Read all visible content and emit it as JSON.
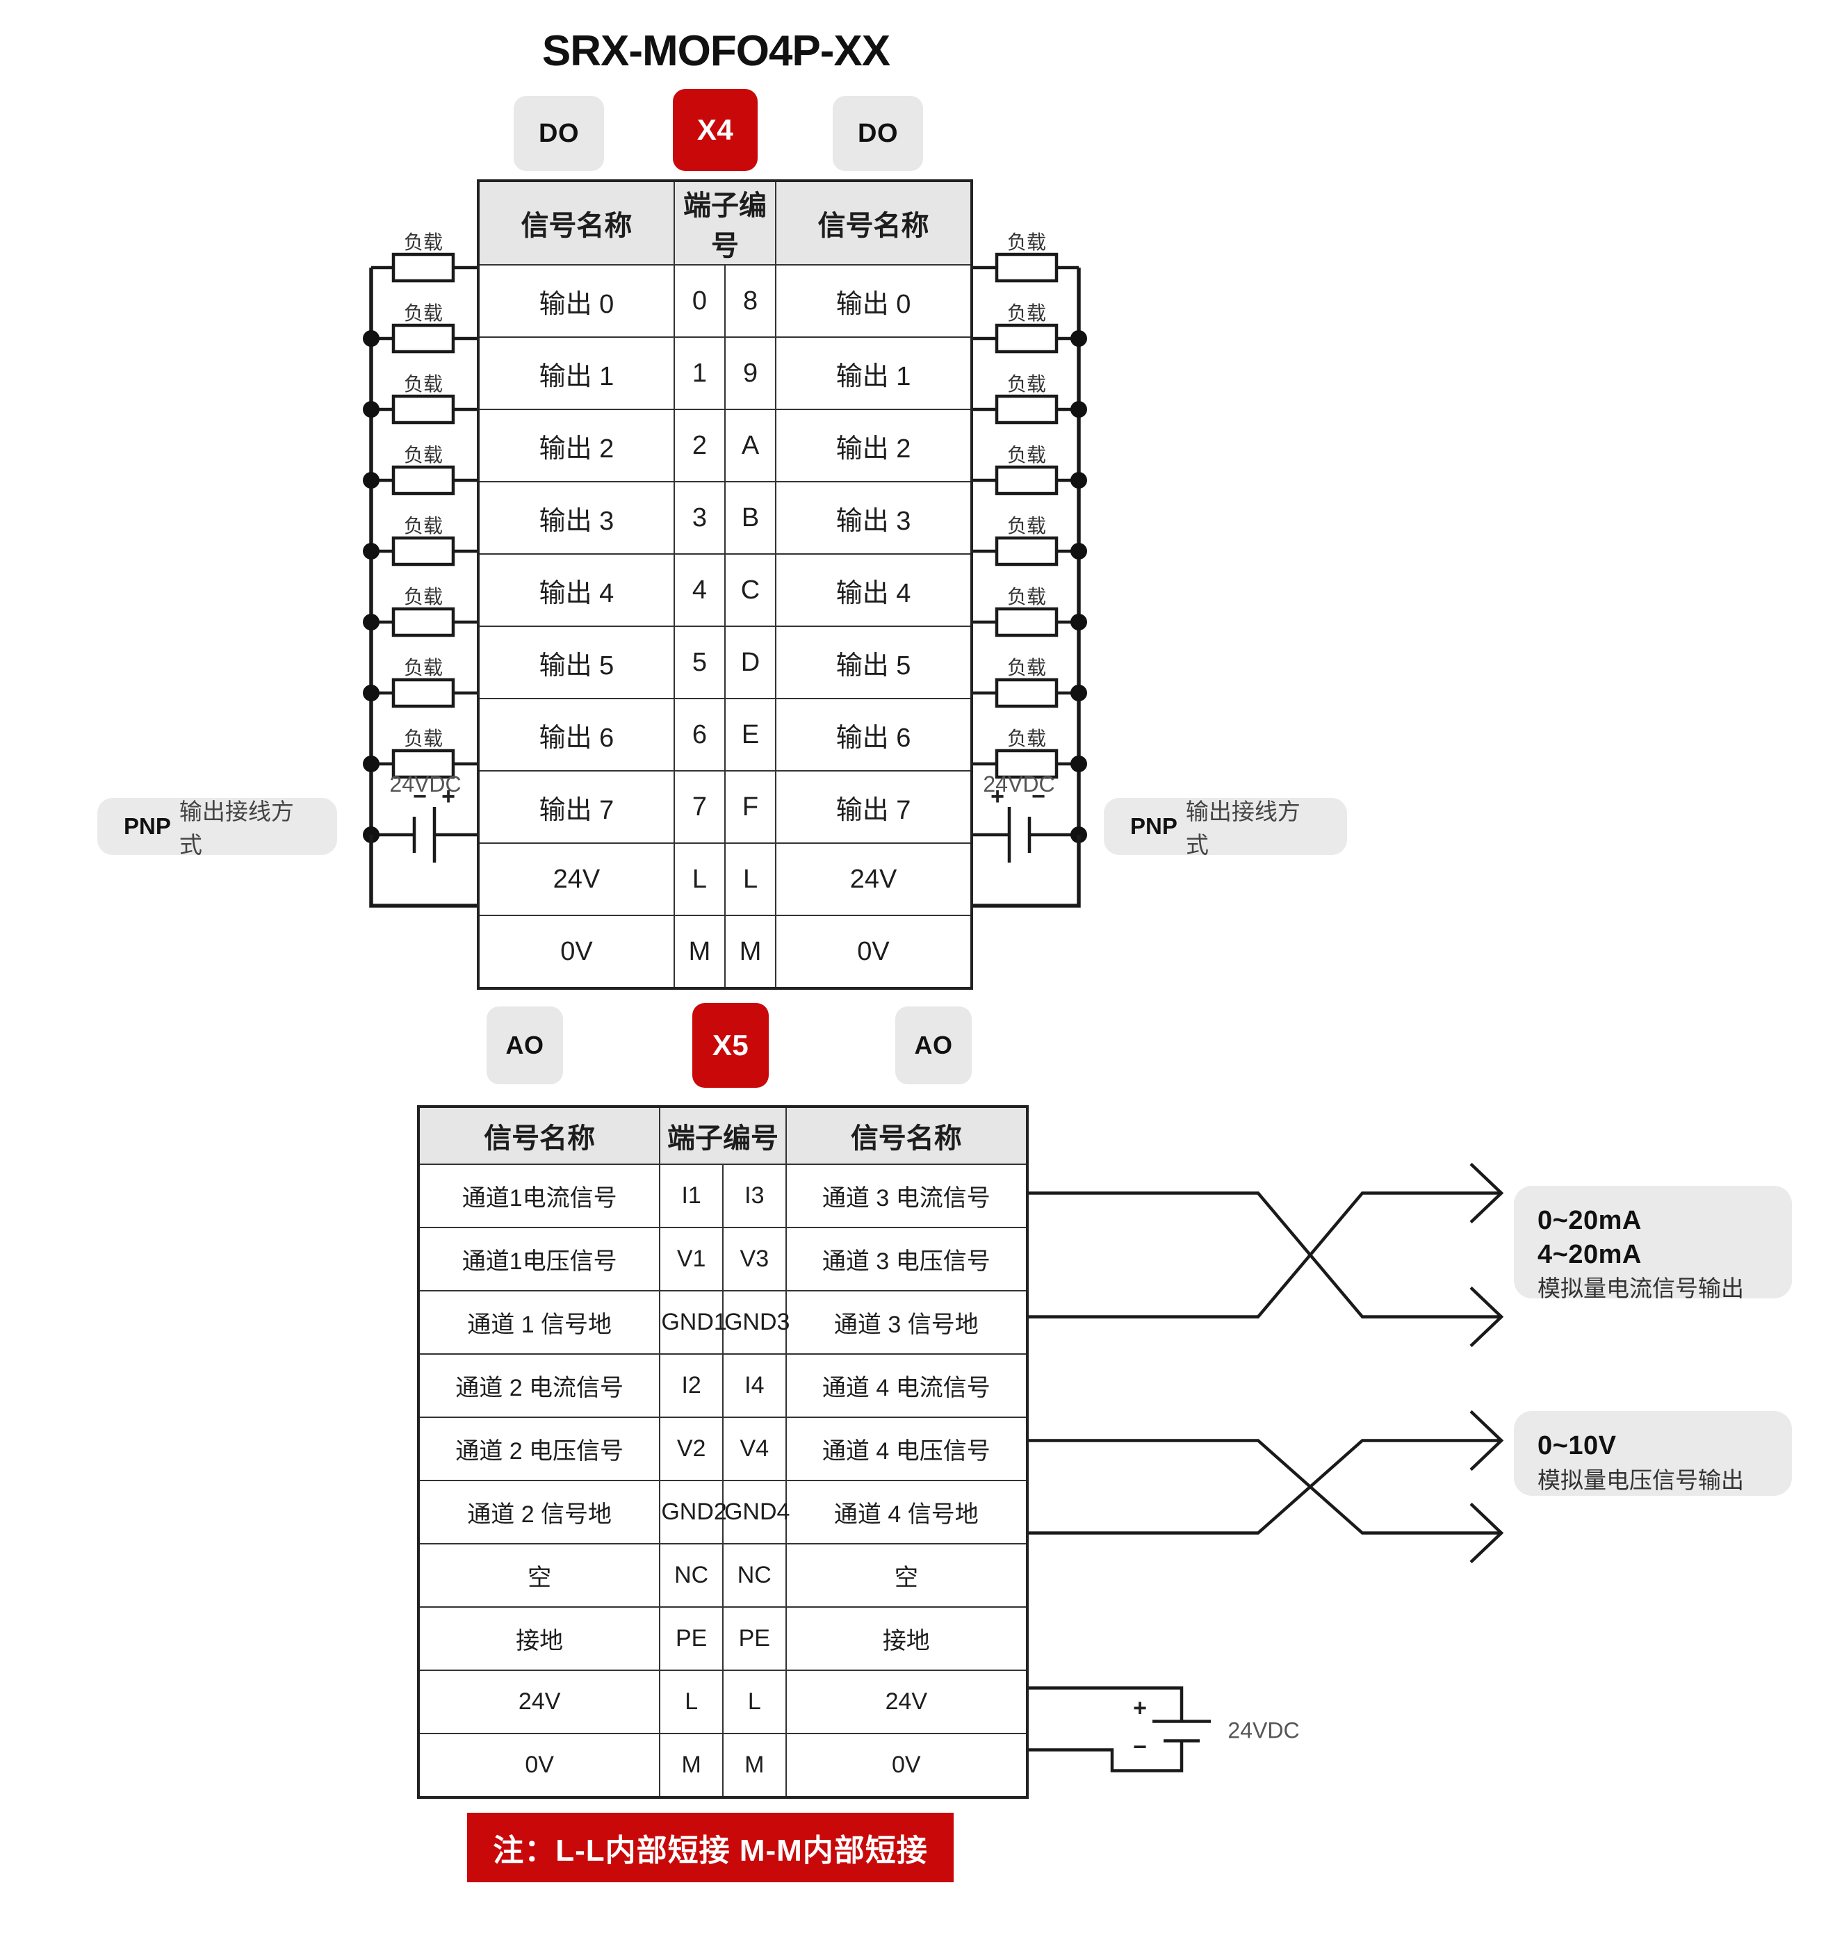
{
  "title": "SRX-MOFO4P-XX",
  "do_section": {
    "chip_left": "DO",
    "chip_center": "X4",
    "chip_right": "DO",
    "headers": [
      "信号名称",
      "端子编号",
      "信号名称"
    ],
    "rows": [
      {
        "left_signal": "输出 0",
        "left_term": "0",
        "right_term": "8",
        "right_signal": "输出 0"
      },
      {
        "left_signal": "输出 1",
        "left_term": "1",
        "right_term": "9",
        "right_signal": "输出 1"
      },
      {
        "left_signal": "输出 2",
        "left_term": "2",
        "right_term": "A",
        "right_signal": "输出 2"
      },
      {
        "left_signal": "输出 3",
        "left_term": "3",
        "right_term": "B",
        "right_signal": "输出 3"
      },
      {
        "left_signal": "输出 4",
        "left_term": "4",
        "right_term": "C",
        "right_signal": "输出 4"
      },
      {
        "left_signal": "输出 5",
        "left_term": "5",
        "right_term": "D",
        "right_signal": "输出 5"
      },
      {
        "left_signal": "输出 6",
        "left_term": "6",
        "right_term": "E",
        "right_signal": "输出 6"
      },
      {
        "left_signal": "输出 7",
        "left_term": "7",
        "right_term": "F",
        "right_signal": "输出 7"
      },
      {
        "left_signal": "24V",
        "left_term": "L",
        "right_term": "L",
        "right_signal": "24V"
      },
      {
        "left_signal": "0V",
        "left_term": "M",
        "right_term": "M",
        "right_signal": "0V"
      }
    ],
    "load_label": "负载",
    "supply_label": "24VDC",
    "plus": "+",
    "minus": "−",
    "wiring_note_left": {
      "bold": "PNP",
      "normal": "输出接线方式"
    },
    "wiring_note_right": {
      "bold": "PNP",
      "normal": "输出接线方式"
    }
  },
  "ao_section": {
    "chip_left": "AO",
    "chip_center": "X5",
    "chip_right": "AO",
    "headers": [
      "信号名称",
      "端子编号",
      "信号名称"
    ],
    "rows": [
      {
        "left_signal": "通道1电流信号",
        "left_term": "I1",
        "right_term": "I3",
        "right_signal": "通道 3 电流信号"
      },
      {
        "left_signal": "通道1电压信号",
        "left_term": "V1",
        "right_term": "V3",
        "right_signal": "通道 3 电压信号"
      },
      {
        "left_signal": "通道 1 信号地",
        "left_term": "GND1",
        "right_term": "GND3",
        "right_signal": "通道 3 信号地"
      },
      {
        "left_signal": "通道 2 电流信号",
        "left_term": "I2",
        "right_term": "I4",
        "right_signal": "通道 4 电流信号"
      },
      {
        "left_signal": "通道 2 电压信号",
        "left_term": "V2",
        "right_term": "V4",
        "right_signal": "通道 4 电压信号"
      },
      {
        "left_signal": "通道 2 信号地",
        "left_term": "GND2",
        "right_term": "GND4",
        "right_signal": "通道 4 信号地"
      },
      {
        "left_signal": "空",
        "left_term": "NC",
        "right_term": "NC",
        "right_signal": "空"
      },
      {
        "left_signal": "接地",
        "left_term": "PE",
        "right_term": "PE",
        "right_signal": "接地"
      },
      {
        "left_signal": "24V",
        "left_term": "L",
        "right_term": "L",
        "right_signal": "24V"
      },
      {
        "left_signal": "0V",
        "left_term": "M",
        "right_term": "M",
        "right_signal": "0V"
      }
    ],
    "supply_label": "24VDC",
    "plus": "+",
    "minus": "−",
    "callout_current": {
      "range1": "0~20mA",
      "range2": "4~20mA",
      "desc": "模拟量电流信号输出"
    },
    "callout_voltage": {
      "range1": "0~10V",
      "desc": "模拟量电压信号输出"
    }
  },
  "footer_note": "注：L-L内部短接  M-M内部短接",
  "colors": {
    "accent_red": "#c9080a",
    "chip_grey": "#e8e8e8",
    "header_grey": "#e6e6e6"
  }
}
